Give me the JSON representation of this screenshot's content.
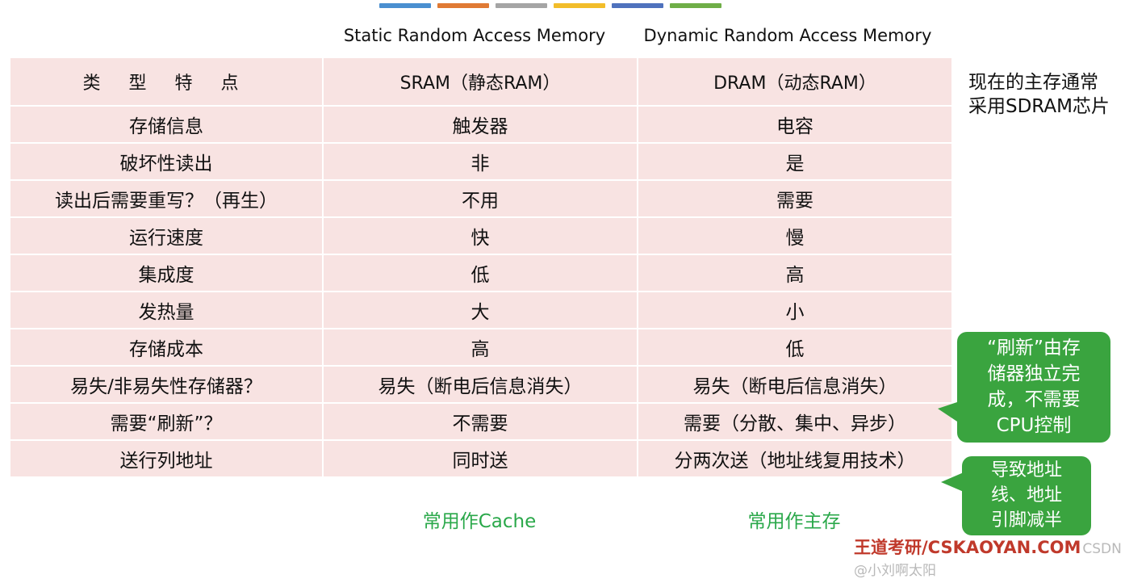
{
  "colors": {
    "strip": [
      "#4a8fd0",
      "#e07a34",
      "#a5a5a5",
      "#f2bd2a",
      "#4f72bd",
      "#6fae47"
    ],
    "row_bg": "#f8e3e2",
    "use_label": "#2aa84a",
    "callout": "#3aa43f",
    "watermark": "#c0392b"
  },
  "headings": {
    "sram_full": "Static Random Access Memory",
    "dram_full": "Dynamic Random Access Memory"
  },
  "table": {
    "header": [
      "类 型 特 点",
      "SRAM（静态RAM）",
      "DRAM（动态RAM）"
    ],
    "rows": [
      [
        "存储信息",
        "触发器",
        "电容"
      ],
      [
        "破坏性读出",
        "非",
        "是"
      ],
      [
        "读出后需要重写？（再生）",
        "不用",
        "需要"
      ],
      [
        "运行速度",
        "快",
        "慢"
      ],
      [
        "集成度",
        "低",
        "高"
      ],
      [
        "发热量",
        "大",
        "小"
      ],
      [
        "存储成本",
        "高",
        "低"
      ],
      [
        "易失/非易失性存储器？",
        "易失（断电后信息消失）",
        "易失（断电后信息消失）"
      ],
      [
        "需要“刷新”？",
        "不需要",
        "需要（分散、集中、异步）"
      ],
      [
        "送行列地址",
        "同时送",
        "分两次送（地址线复用技术）"
      ]
    ]
  },
  "uses": {
    "sram": "常用作Cache",
    "dram": "常用作主存"
  },
  "side_note": "现在的主存通常采用SDRAM芯片",
  "callouts": {
    "refresh": "“刷新”由存储器独立完成，不需要CPU控制",
    "refresh_lines": [
      "“刷新”由存",
      "储器独立完",
      "成，不需要",
      "CPU控制"
    ],
    "address_lines": [
      "导致地址",
      "线、地址",
      "引脚减半"
    ]
  },
  "watermark": {
    "brand": "王道考研/CSKAOYAN.COM",
    "suffix": "CSDN @小刘啊太阳"
  }
}
